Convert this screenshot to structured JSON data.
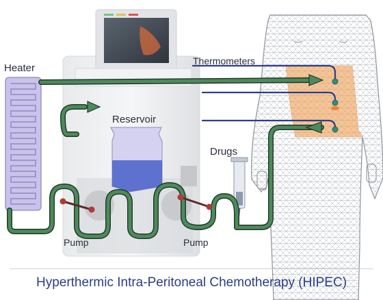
{
  "labels": {
    "heater": "Heater",
    "reservoir": "Reservoir",
    "thermometers": "Thermometers",
    "drugs": "Drugs",
    "pump_left": "Pump",
    "pump_right": "Pump"
  },
  "caption": "Hyperthermic Intra-Peritoneal Chemotherapy (HIPEC)",
  "colors": {
    "tube": "#3f7a4e",
    "thermometer_line": "#2f3d8a",
    "heater": "#c9c3ea",
    "reservoir_fluid": "#4e63c9",
    "abdomen": "#f0a35a",
    "caption": "#2b3d84"
  }
}
